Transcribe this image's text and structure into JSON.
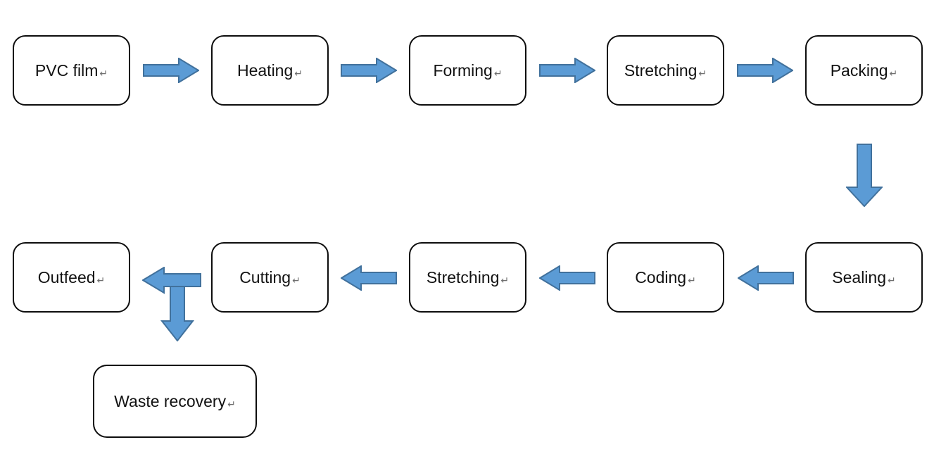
{
  "meta": {
    "return_mark": "↵",
    "diagram_type": "process-flowchart"
  },
  "colors": {
    "background": "#ffffff",
    "box_fill": "#ffffff",
    "box_border": "#0d0d0d",
    "text": "#111111",
    "arrow_fill": "#5b9bd5",
    "arrow_stroke": "#41719c",
    "return_mark_color": "#6e6e6e"
  },
  "nodes": [
    {
      "id": "pvc-film",
      "label": "PVC film"
    },
    {
      "id": "heating",
      "label": "Heating"
    },
    {
      "id": "forming",
      "label": "Forming"
    },
    {
      "id": "stretching-1",
      "label": "Stretching"
    },
    {
      "id": "packing",
      "label": "Packing"
    },
    {
      "id": "sealing",
      "label": "Sealing"
    },
    {
      "id": "coding",
      "label": "Coding"
    },
    {
      "id": "stretching-2",
      "label": "Stretching"
    },
    {
      "id": "cutting",
      "label": "Cutting"
    },
    {
      "id": "outfeed",
      "label": "Outfeed"
    },
    {
      "id": "waste-recovery",
      "label": "Waste recovery"
    }
  ],
  "edges": [
    {
      "from": "PVC film",
      "to": "Heating",
      "direction": "right"
    },
    {
      "from": "Heating",
      "to": "Forming",
      "direction": "right"
    },
    {
      "from": "Forming",
      "to": "Stretching",
      "direction": "right"
    },
    {
      "from": "Stretching",
      "to": "Packing",
      "direction": "right"
    },
    {
      "from": "Packing",
      "to": "Sealing",
      "direction": "down"
    },
    {
      "from": "Sealing",
      "to": "Coding",
      "direction": "left"
    },
    {
      "from": "Coding",
      "to": "Stretching",
      "direction": "left"
    },
    {
      "from": "Stretching",
      "to": "Cutting",
      "direction": "left"
    },
    {
      "from": "Cutting",
      "to": "Outfeed",
      "direction": "left"
    },
    {
      "from": "Cutting",
      "to": "Waste recovery",
      "direction": "down"
    }
  ]
}
